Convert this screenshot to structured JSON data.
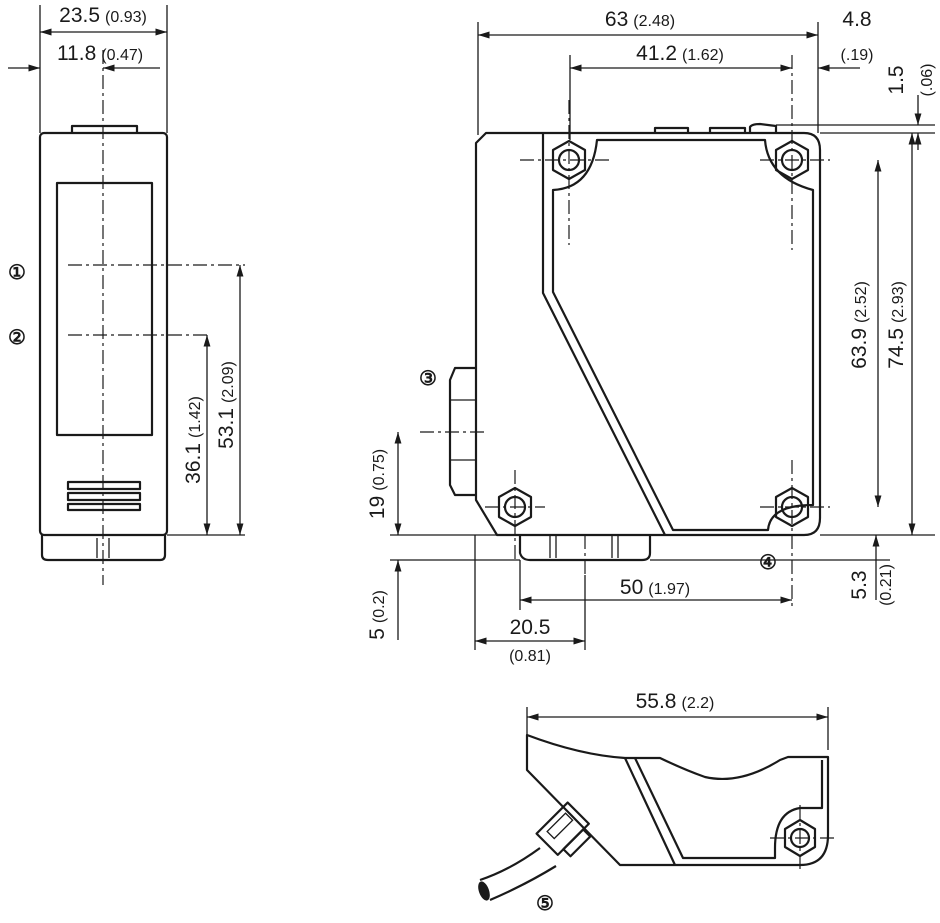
{
  "dimensions": {
    "width_side": {
      "mm": "23.5",
      "in": "(0.93)"
    },
    "half_width_side": {
      "mm": "11.8",
      "in": "(0.47)"
    },
    "height_receiver": {
      "mm": "36.1",
      "in": "(1.42)"
    },
    "height_sender": {
      "mm": "53.1",
      "in": "(2.09)"
    },
    "length_total": {
      "mm": "63",
      "in": "(2.48)"
    },
    "hole_spacing_h": {
      "mm": "41.2",
      "in": "(1.62)"
    },
    "hole_offset_right": {
      "mm": "4.8",
      "in": "(.19)"
    },
    "top_step": {
      "mm": "1.5",
      "in": "(.06)"
    },
    "hole_spacing_v": {
      "mm": "63.9",
      "in": "(2.52)"
    },
    "height_total": {
      "mm": "74.5",
      "in": "(2.93)"
    },
    "connector_height": {
      "mm": "19",
      "in": "(0.75)"
    },
    "bottom_offset": {
      "mm": "5",
      "in": "(0.2)"
    },
    "bottom_connector_length": {
      "mm": "50",
      "in": "(1.97)"
    },
    "connector_offset": {
      "mm": "20.5",
      "in": "(0.81)"
    },
    "bottom_step": {
      "mm": "5.3",
      "in": "(0.21)"
    },
    "cable_variant_length": {
      "mm": "55.8",
      "in": "(2.2)"
    }
  },
  "callouts": [
    "①",
    "②",
    "③",
    "④",
    "⑤"
  ]
}
